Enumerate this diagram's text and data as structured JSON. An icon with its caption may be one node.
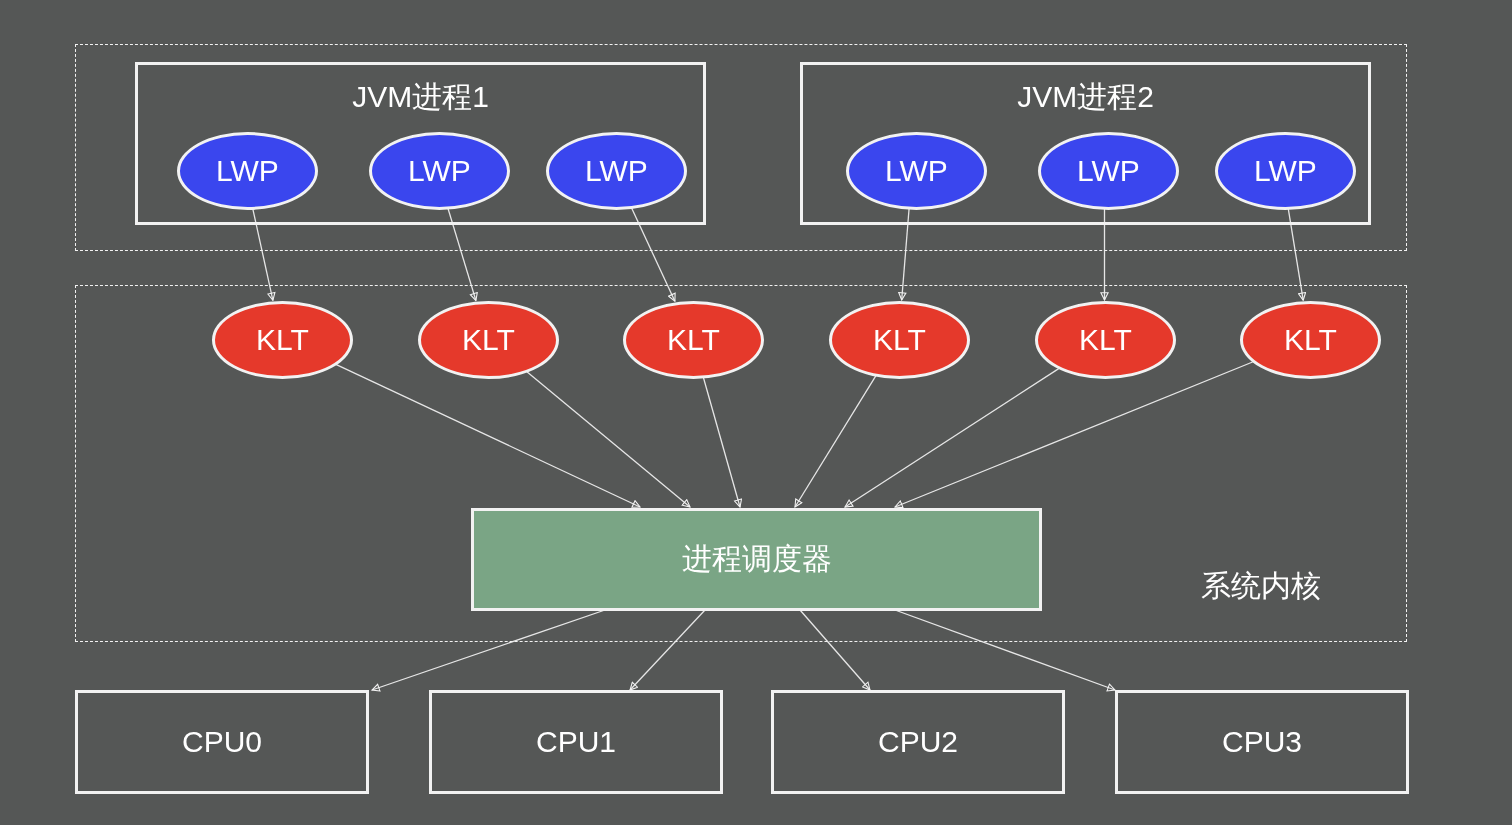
{
  "diagram": {
    "nodes": [
      {
        "text": [],
        "shape": "box"
      },
      {
        "text": [
          "JVM进程1"
        ],
        "in": 0
      },
      {
        "text": [
          "JVM进程2"
        ],
        "in": 0
      },
      {
        "text": [
          "LWP"
        ],
        "in": 1
      },
      {
        "text": [
          "LWP"
        ],
        "in": 1
      },
      {
        "text": [
          "LWP"
        ],
        "in": 1
      },
      {
        "text": [
          "LWP"
        ],
        "in": 2
      },
      {
        "text": [
          "LWP"
        ],
        "in": 2
      },
      {
        "text": [
          "LWP"
        ],
        "in": 2
      },
      {
        "text": [
          "系统内核"
        ]
      },
      {
        "text": [
          "KLT"
        ],
        "in": 9
      },
      {
        "text": [
          "KLT"
        ],
        "in": 9
      },
      {
        "text": [
          "KLT"
        ],
        "in": 9
      },
      {
        "text": [
          "KLT"
        ],
        "in": 9
      },
      {
        "text": [
          "KLT"
        ],
        "in": 9
      },
      {
        "text": [
          "KLT"
        ],
        "in": 9
      },
      {
        "text": [
          "进程调度器"
        ],
        "in": 9
      },
      {
        "text": [
          "CPU0"
        ]
      },
      {
        "text": [
          "CPU1"
        ]
      },
      {
        "text": [
          "CPU2"
        ]
      },
      {
        "text": [
          "CPU3"
        ]
      }
    ],
    "edges": [
      {
        "from": 3,
        "to": 10,
        "arrow": "to"
      },
      {
        "from": 4,
        "to": 11,
        "arrow": "to"
      },
      {
        "from": 5,
        "to": 12,
        "arrow": "to"
      },
      {
        "from": 6,
        "to": 13,
        "arrow": "to"
      },
      {
        "from": 7,
        "to": 14,
        "arrow": "to"
      },
      {
        "from": 8,
        "to": 15,
        "arrow": "to"
      },
      {
        "from": 10,
        "to": 16,
        "arrow": "to"
      },
      {
        "from": 11,
        "to": 16,
        "arrow": "to"
      },
      {
        "from": 12,
        "to": 16,
        "arrow": "to"
      },
      {
        "from": 13,
        "to": 16,
        "arrow": "to"
      },
      {
        "from": 14,
        "to": 16,
        "arrow": "to"
      },
      {
        "from": 15,
        "to": 16,
        "arrow": "to"
      },
      {
        "from": 16,
        "to": 17,
        "arrow": "to"
      },
      {
        "from": 16,
        "to": 18,
        "arrow": "to"
      },
      {
        "from": 16,
        "to": 19,
        "arrow": "to"
      },
      {
        "from": 16,
        "to": 20,
        "arrow": "to"
      }
    ]
  }
}
